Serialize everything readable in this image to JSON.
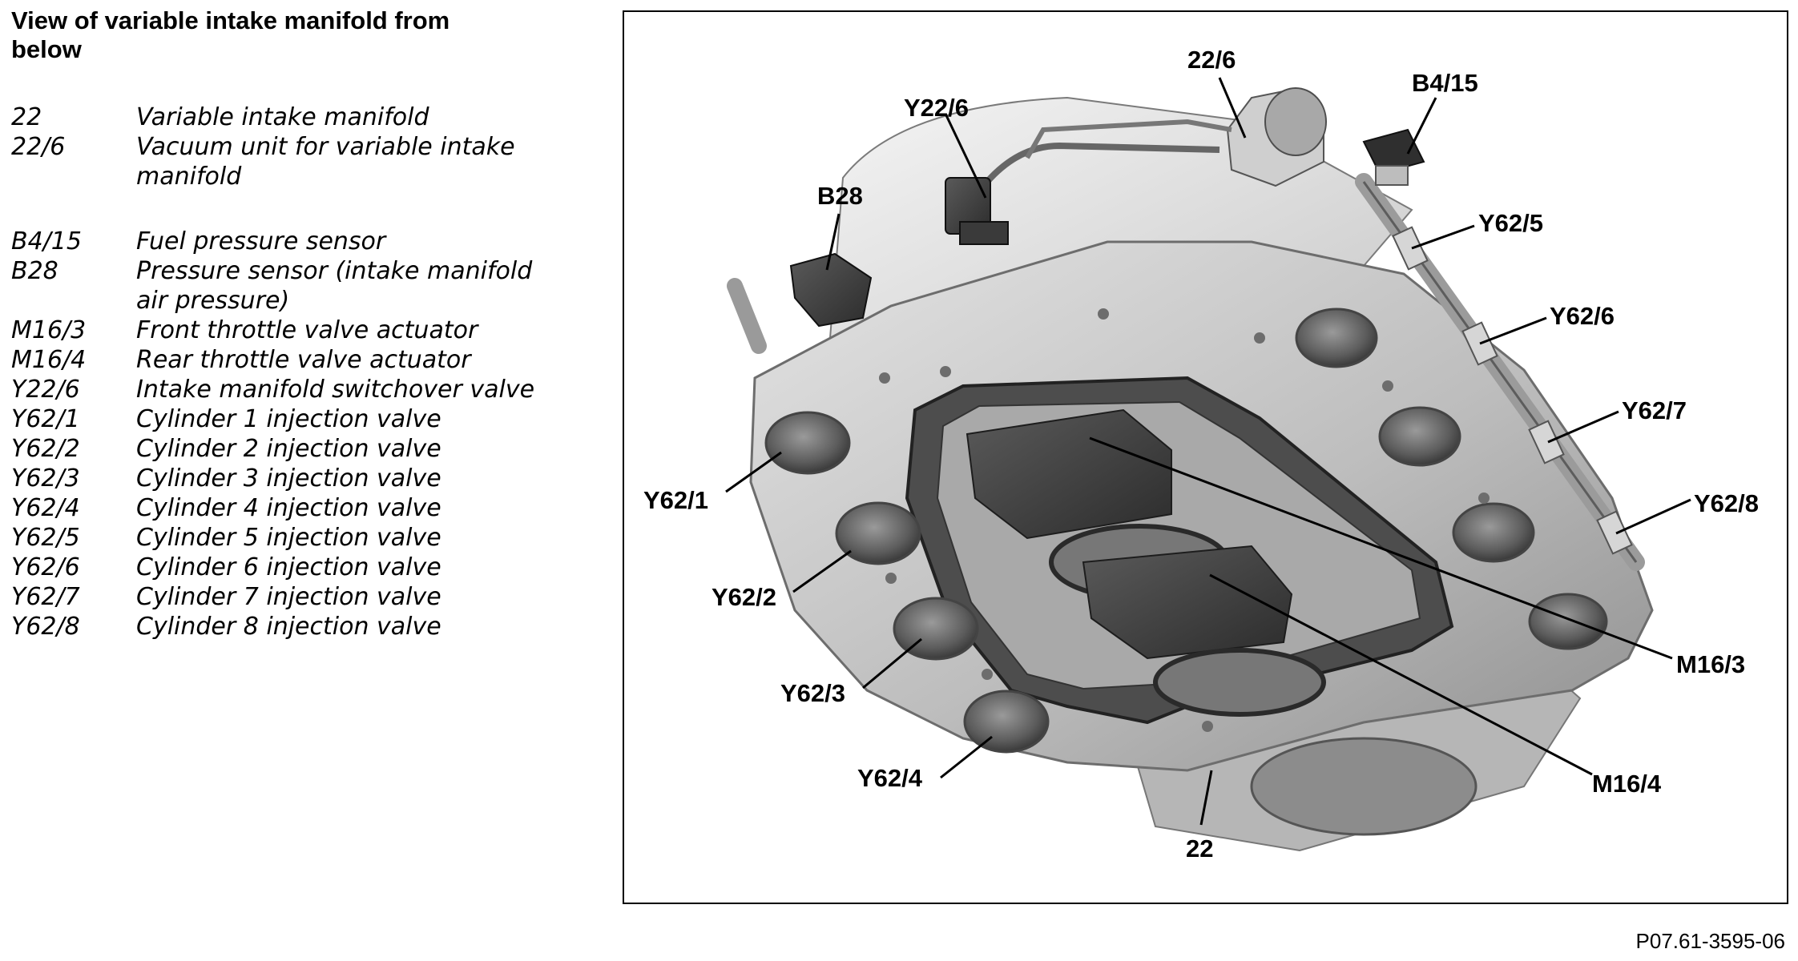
{
  "title": "View of variable intake manifold from below",
  "legend": [
    {
      "code": "22",
      "desc": "Variable intake manifold"
    },
    {
      "code": "22/6",
      "desc": "Vacuum unit for variable intake manifold"
    },
    {
      "code": "B4/15",
      "desc": "Fuel pressure sensor"
    },
    {
      "code": "B28",
      "desc": "Pressure sensor (intake manifold air pressure)"
    },
    {
      "code": "M16/3",
      "desc": "Front throttle valve actuator"
    },
    {
      "code": "M16/4",
      "desc": "Rear throttle valve actuator"
    },
    {
      "code": "Y22/6",
      "desc": "Intake manifold switchover valve"
    },
    {
      "code": "Y62/1",
      "desc": "Cylinder 1 injection valve"
    },
    {
      "code": "Y62/2",
      "desc": "Cylinder 2 injection valve"
    },
    {
      "code": "Y62/3",
      "desc": "Cylinder 3 injection valve"
    },
    {
      "code": "Y62/4",
      "desc": "Cylinder 4 injection valve"
    },
    {
      "code": "Y62/5",
      "desc": "Cylinder 5 injection valve"
    },
    {
      "code": "Y62/6",
      "desc": "Cylinder 6 injection valve"
    },
    {
      "code": "Y62/7",
      "desc": "Cylinder 7 injection valve"
    },
    {
      "code": "Y62/8",
      "desc": "Cylinder 8 injection valve"
    }
  ],
  "callouts": {
    "c22_6": "22/6",
    "cY22_6": "Y22/6",
    "cB4_15": "B4/15",
    "cB28": "B28",
    "cY62_5": "Y62/5",
    "cY62_6": "Y62/6",
    "cY62_7": "Y62/7",
    "cY62_8": "Y62/8",
    "cY62_1": "Y62/1",
    "cY62_2": "Y62/2",
    "cY62_3": "Y62/3",
    "cY62_4": "Y62/4",
    "cM16_3": "M16/3",
    "cM16_4": "M16/4",
    "c22": "22"
  },
  "figure_ref": "P07.61-3595-06"
}
